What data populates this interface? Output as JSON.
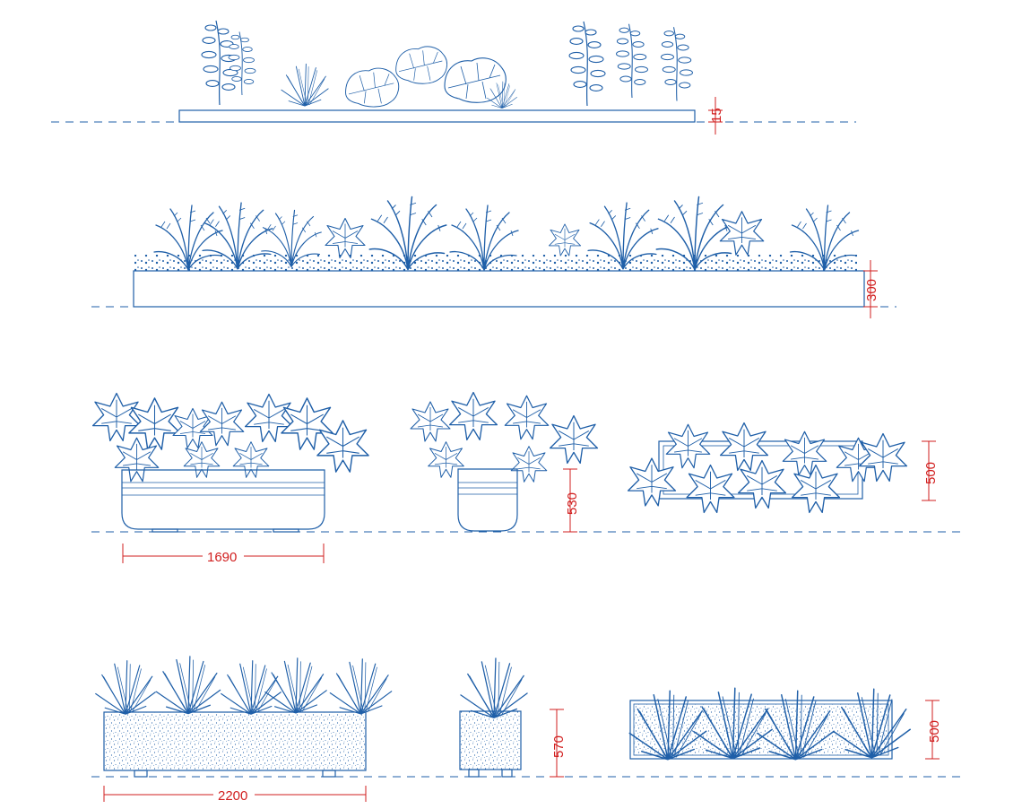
{
  "drawing": {
    "dimensions": {
      "row1_height": "15",
      "row2_height": "300",
      "row3_pot_width": "1690",
      "row3_pot_height": "530",
      "row3_box_height": "500",
      "row4_box_width": "2200",
      "row4_pot_height": "570",
      "row4_box_height": "500"
    },
    "colors": {
      "line": "#1f5fa8",
      "dimension": "#d11f1f"
    }
  }
}
